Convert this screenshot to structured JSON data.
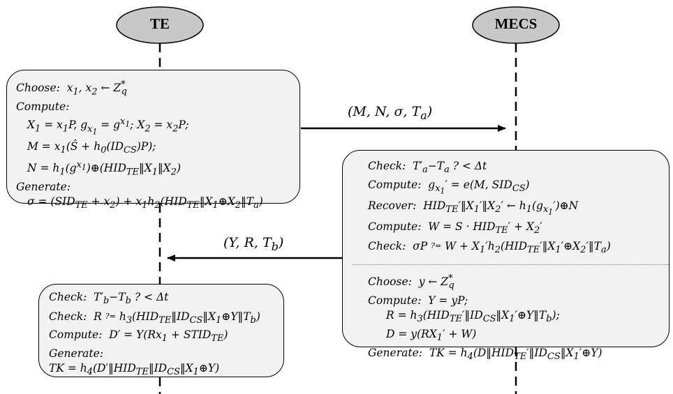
{
  "actors": {
    "te": "TE",
    "mecs": "MECS"
  },
  "messages": {
    "m1": "(M, N, σ, Tₐ)",
    "m2": "(Y, R, T_b)"
  },
  "te_box1": {
    "lines": [
      "Choose:  x₁, x₂ ← Z*_q",
      "Compute:",
      "X₁ = x₁P, g_x₁ = g^x₁; X₂ = x₂P;",
      "M = x₁(Ŝ + h₀(ID_CS)P);",
      "N = h₁(g^x₁)⊕(HID_TE‖X₁‖X₂)",
      "Generate:",
      "σ = (SID_TE + x₂) + x₁h₂(HID_TE‖X₁⊕X₂‖Tₐ)"
    ]
  },
  "mecs_box": {
    "lines_top": [
      "Check:  T′ₐ−Tₐ ? < Δt",
      "Compute:  g_x₁′ = e(M, SID_CS)",
      "Recover:  HID_TE′‖X₁′‖X₂′ ← h₁(g_x₁′)⊕N",
      "Compute:  W = S · HID_TE′ + X₂′",
      "Check:  σP ?= W + X₁′h₂(HID_TE′‖X₁′⊕X₂′‖Tₐ)"
    ],
    "lines_bottom": [
      "Choose:  y ← Z*_q",
      "Compute:  Y = yP;",
      "R = h₃(HID_TE′‖ID_CS‖X₁′⊕Y‖T_b);",
      "D = y(RX₁′ + W)",
      "Generate:  TK = h₄(D‖HID_TE′‖ID_CS‖X₁′⊕Y)"
    ]
  },
  "te_box2": {
    "lines": [
      "Check:  T′_b−T_b ? < Δt",
      "Check:  R ?= h₃(HID_TE‖ID_CS‖X₁⊕Y‖T_b)",
      "Compute:  D′ = Y(Rx₁ + STID_TE)",
      "Generate:",
      "TK = h₄(D′‖HID_TE‖ID_CS‖X₁⊕Y)"
    ]
  }
}
